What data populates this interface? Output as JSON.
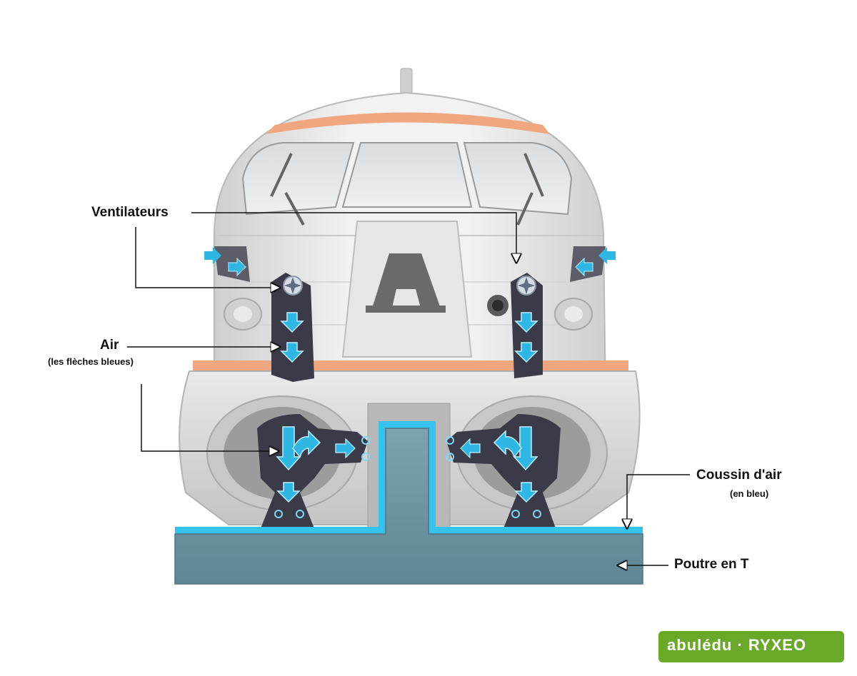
{
  "labels": {
    "ventilateurs": "Ventilateurs",
    "air": "Air",
    "air_sub": "(les flèches bleues)",
    "coussin": "Coussin d'air",
    "coussin_sub": "(en bleu)",
    "poutre": "Poutre en T"
  },
  "train": {
    "emblem": "A"
  },
  "logo": {
    "text": "abulédu · RYXEO"
  },
  "colors": {
    "body": "#e4e4e4",
    "stripe": "#f0a780",
    "air_arrow": "#2fb6e3",
    "duct": "#3b3a48",
    "cushion": "#35c3ee",
    "beam": "#6f95a3",
    "logo": "#6aa82a"
  }
}
